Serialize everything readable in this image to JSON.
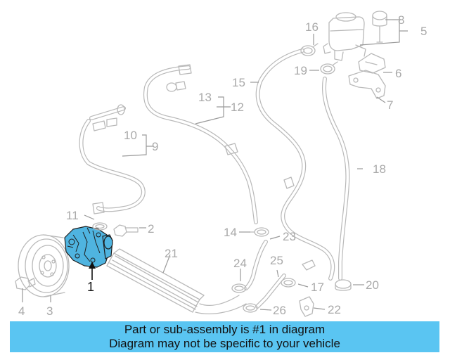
{
  "diagram": {
    "highlight_color": "#4fb4e0",
    "callouts": {
      "c1": "1",
      "c2": "2",
      "c3": "3",
      "c4": "4",
      "c5": "5",
      "c6": "6",
      "c7": "7",
      "c8": "8",
      "c9": "9",
      "c10": "10",
      "c11": "11",
      "c12": "12",
      "c13": "13",
      "c14": "14",
      "c15": "15",
      "c16": "16",
      "c17": "17",
      "c18": "18",
      "c19": "19",
      "c20": "20",
      "c21": "21",
      "c22": "22",
      "c23": "23",
      "c24": "24",
      "c25": "25",
      "c26": "26"
    }
  },
  "banner": {
    "line1": "Part or sub-assembly is #1 in diagram",
    "line2": "Diagram may not be specific to your vehicle",
    "background": "#5ac5f2"
  }
}
